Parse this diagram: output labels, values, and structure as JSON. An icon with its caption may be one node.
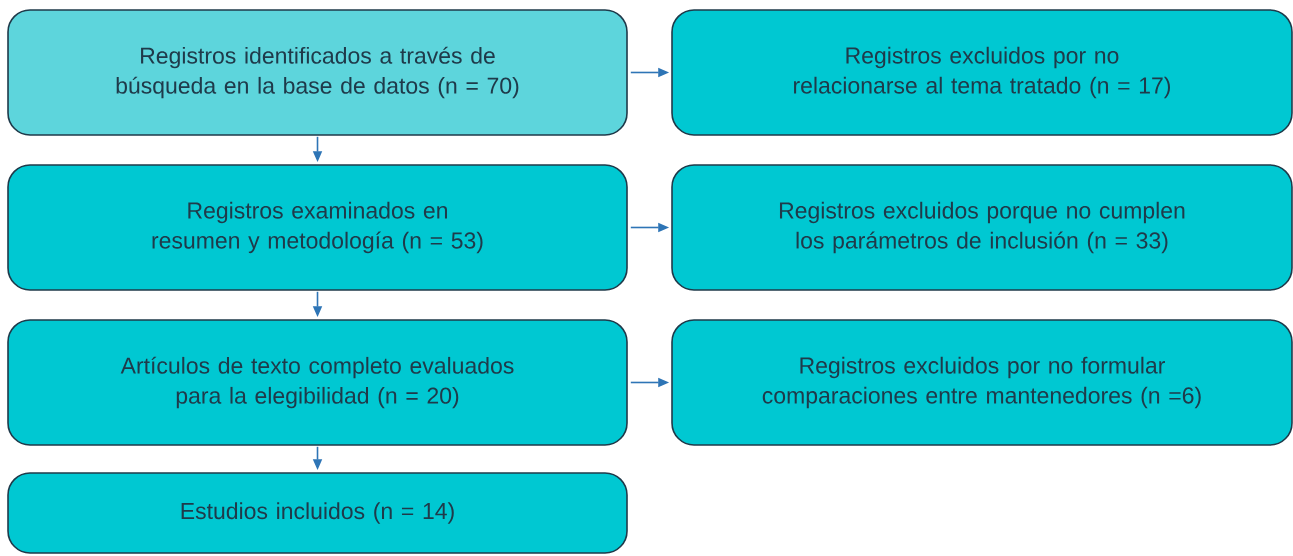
{
  "diagram": {
    "nodes": [
      {
        "text": [
          "Registros identificados a través de búsqueda en la base de datos (n = 70)"
        ]
      },
      {
        "text": [
          "Registros excluidos por no relacionarse al tema tratado (n = 17)"
        ]
      },
      {
        "text": [
          "Registros examinados en resumen y metodología (n = 53)"
        ]
      },
      {
        "text": [
          "Registros excluidos porque no cumplen los parámetros de inclusión (n = 33)"
        ]
      },
      {
        "text": [
          "Artículos de texto completo evaluados para la elegibilidad (n = 20)"
        ]
      },
      {
        "text": [
          "Registros excluidos por no formular comparaciones entre mantenedores (n =6)"
        ]
      },
      {
        "text": [
          "Estudios incluidos (n = 14)"
        ]
      }
    ],
    "edges": [
      {
        "from": 0,
        "to": 1,
        "arrow": "to"
      },
      {
        "from": 0,
        "to": 2,
        "arrow": "to"
      },
      {
        "from": 2,
        "to": 3,
        "arrow": "to"
      },
      {
        "from": 2,
        "to": 4,
        "arrow": "to"
      },
      {
        "from": 4,
        "to": 5,
        "arrow": "to"
      },
      {
        "from": 4,
        "to": 6,
        "arrow": "to"
      }
    ]
  }
}
